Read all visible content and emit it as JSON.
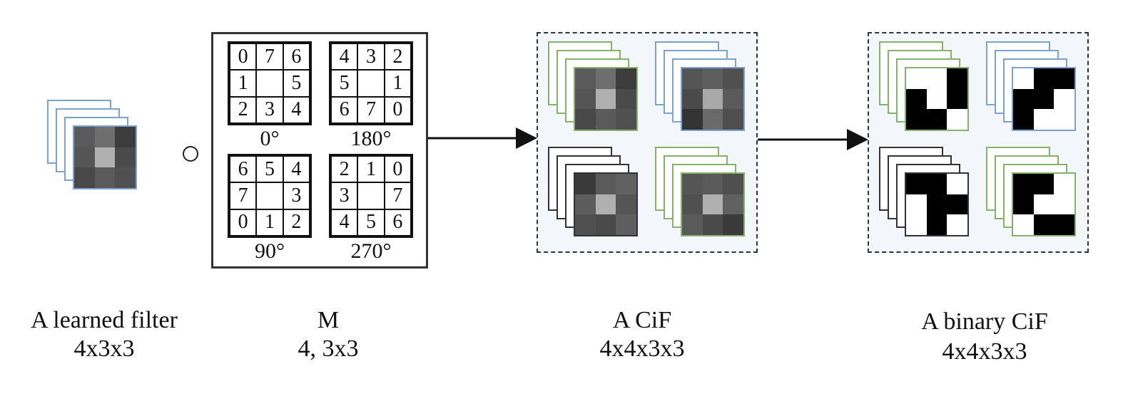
{
  "labels": {
    "learned_filter": "A learned filter",
    "learned_filter_dim": "4x3x3",
    "m": "M",
    "m_dim": "4, 3x3",
    "cif": "A CiF",
    "cif_dim": "4x4x3x3",
    "binary_cif": "A binary CiF",
    "binary_cif_dim": "4x4x3x3"
  },
  "operator": "○",
  "m_grids": [
    {
      "angle": "0°",
      "cells": [
        "0",
        "7",
        "6",
        "1",
        "",
        "5",
        "2",
        "3",
        "4"
      ]
    },
    {
      "angle": "180°",
      "cells": [
        "4",
        "3",
        "2",
        "5",
        "",
        "1",
        "6",
        "7",
        "0"
      ]
    },
    {
      "angle": "90°",
      "cells": [
        "6",
        "5",
        "4",
        "7",
        "",
        "3",
        "0",
        "1",
        "2"
      ]
    },
    {
      "angle": "270°",
      "cells": [
        "2",
        "1",
        "0",
        "3",
        "",
        "7",
        "4",
        "5",
        "6"
      ]
    }
  ],
  "colors": {
    "frame_blue": "#7aa3cf",
    "frame_green": "#86b36a",
    "frame_dark": "#333333"
  }
}
